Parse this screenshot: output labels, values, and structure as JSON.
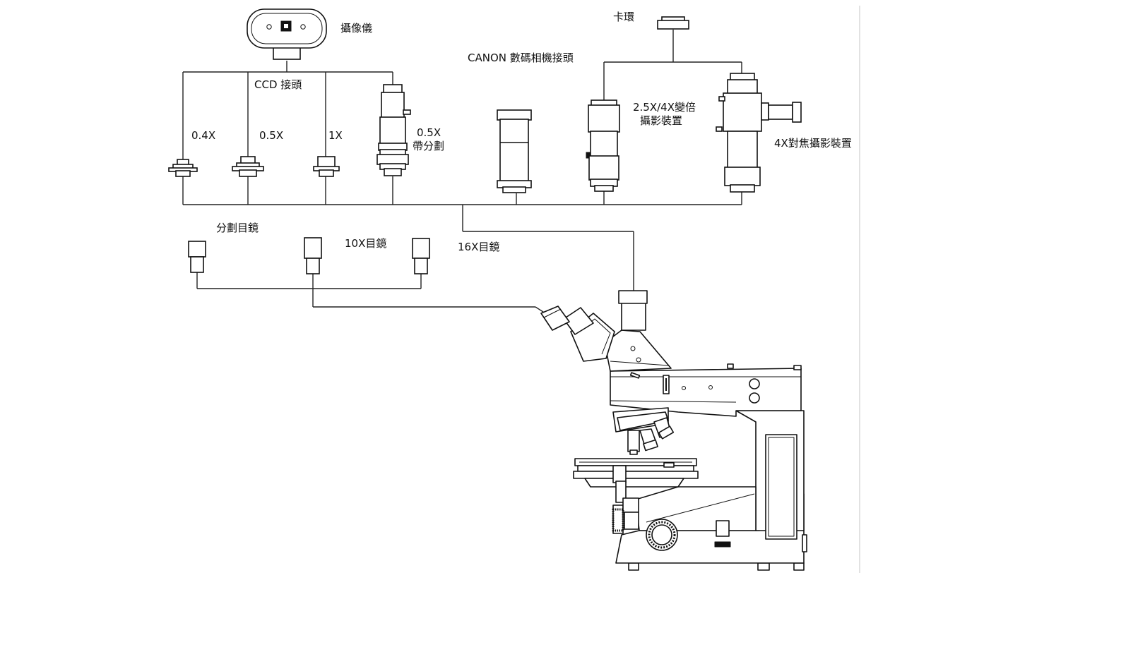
{
  "labels": {
    "camera": "攝像儀",
    "ccd_adapter": "CCD 接頭",
    "a04x": "0.4X",
    "a05x": "0.5X",
    "a1x": "1X",
    "a05x_div_line1": "0.5X",
    "a05x_div_line2": "帶分劃",
    "canon_adapter": "CANON 數碼相機接頭",
    "clamp_ring": "卡環",
    "zoom_line1": "2.5X/4X變倍",
    "zoom_line2": "攝影裝置",
    "focus_photo": "4X對焦攝影裝置",
    "reticle_eyepiece": "分劃目鏡",
    "eyepiece_10x": "10X目鏡",
    "eyepiece_16x": "16X目鏡"
  }
}
